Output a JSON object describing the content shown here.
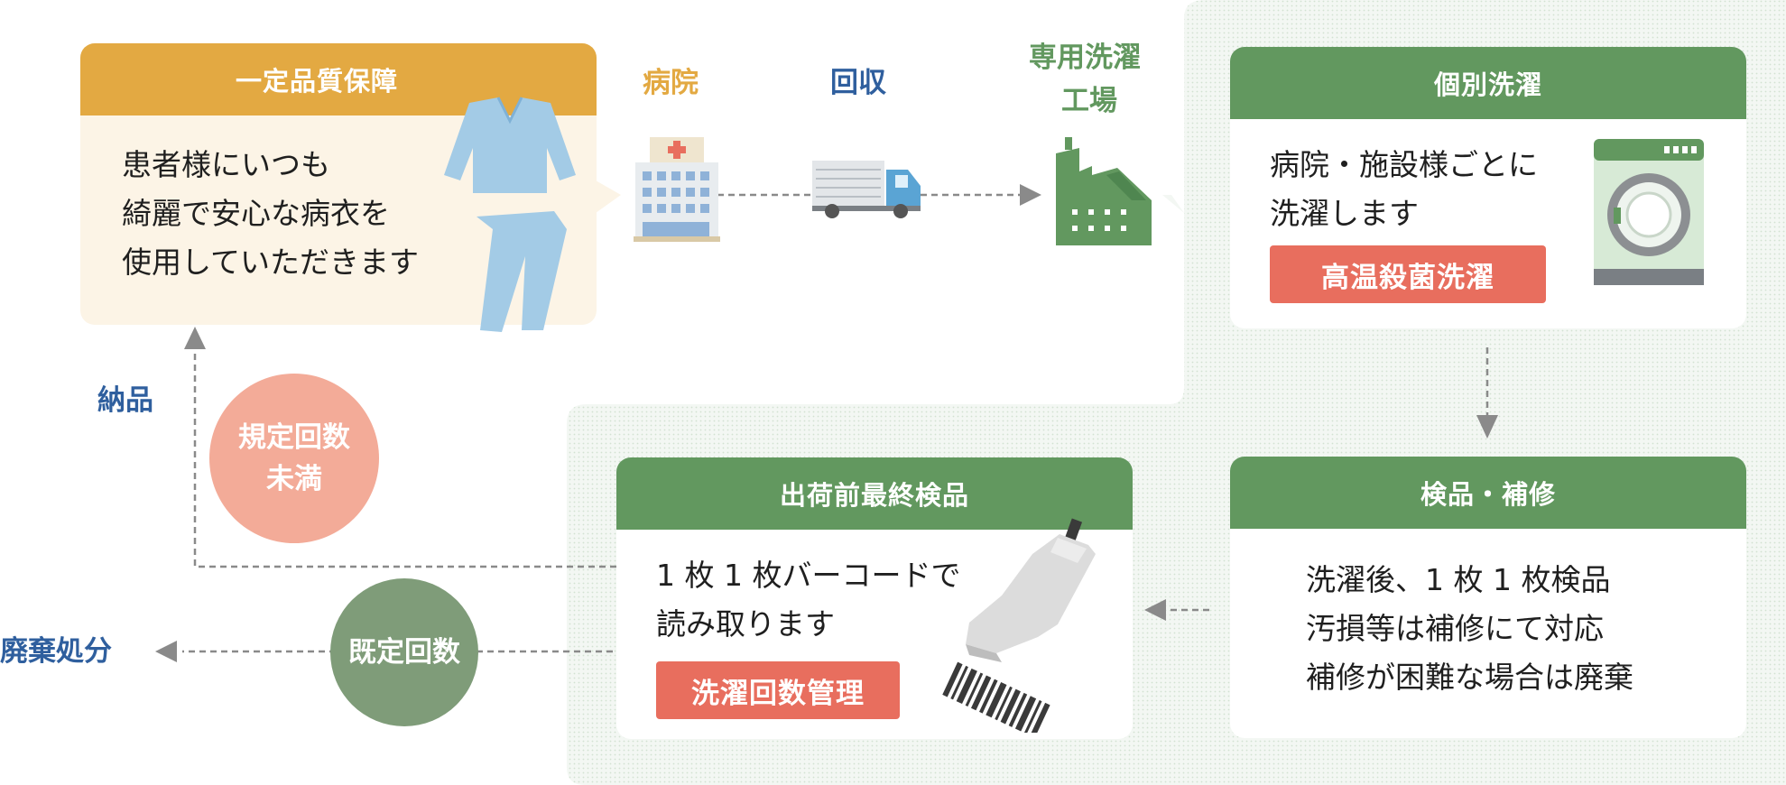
{
  "quality_card": {
    "title": "一定品質保障",
    "line1": "患者様にいつも",
    "line2": "綺麗で安心な病衣を",
    "line3": "使用していただきます"
  },
  "flow_labels": {
    "hospital": "病院",
    "collection": "回収",
    "factory_line1": "専用洗濯",
    "factory_line2": "工場",
    "delivery": "納品",
    "disposal": "廃棄処分"
  },
  "wash_card": {
    "title": "個別洗濯",
    "line1": "病院・施設様ごとに",
    "line2": "洗濯します",
    "tag": "高温殺菌洗濯"
  },
  "inspect_card": {
    "title": "検品・補修",
    "line1": "洗濯後、1 枚 1 枚検品",
    "line2": "汚損等は補修にて対応",
    "line3": "補修が困難な場合は廃棄"
  },
  "final_card": {
    "title": "出荷前最終検品",
    "line1": "1 枚 1 枚バーコードで",
    "line2": "読み取ります",
    "tag": "洗濯回数管理"
  },
  "circles": {
    "under_limit_line1": "規定回数",
    "under_limit_line2": "未満",
    "reached": "既定回数"
  },
  "icons": [
    "pajama-icon",
    "hospital-building-icon",
    "delivery-truck-icon",
    "factory-icon",
    "washing-machine-icon",
    "barcode-scanner-icon"
  ],
  "colors": {
    "green": "#62985f",
    "gold": "#e3a942",
    "cream": "#fcf4e6",
    "coral_tag": "#e86e5e",
    "salmon_circle": "#f3ab98",
    "olive_circle": "#7f9c79",
    "blue_text": "#2f5f9e",
    "gold_text": "#e3a942",
    "green_text": "#62985f"
  }
}
